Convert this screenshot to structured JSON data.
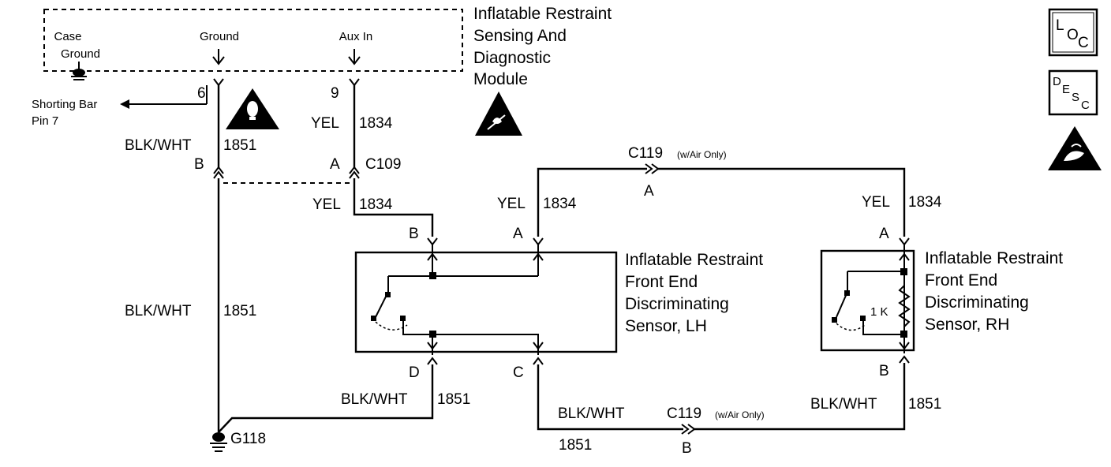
{
  "module": {
    "title_lines": [
      "Inflatable Restraint",
      "Sensing And",
      "Diagnostic",
      "Module"
    ],
    "case_ground_lines": [
      "Case",
      "Ground"
    ],
    "ground_label": "Ground",
    "aux_in_label": "Aux In",
    "pin_ground": "6",
    "pin_aux": "9"
  },
  "shorting_bar": {
    "lines": [
      "Shorting Bar",
      "Pin 7"
    ]
  },
  "wires": {
    "yel_color": "YEL",
    "yel_circuit": "1834",
    "blk_color": "BLK/WHT",
    "blk_circuit": "1851"
  },
  "connector_c109": {
    "name": "C109",
    "pin_a": "A",
    "pin_b": "B"
  },
  "connector_c119": {
    "name": "C119",
    "note": "(w/Air Only)",
    "pin_a": "A",
    "pin_b": "B"
  },
  "sensor_lh": {
    "title_lines": [
      "Inflatable Restraint",
      "Front End",
      "Discriminating",
      "Sensor, LH"
    ],
    "pins": {
      "top_left": "B",
      "top_right": "A",
      "bottom_left": "D",
      "bottom_right": "C"
    }
  },
  "sensor_rh": {
    "title_lines": [
      "Inflatable Restraint",
      "Front End",
      "Discriminating",
      "Sensor, RH"
    ],
    "resistor_label": "1 K",
    "pins": {
      "top": "A",
      "bottom": "B"
    }
  },
  "ground_g118": "G118",
  "badges": {
    "loc": {
      "big": "L",
      "mid": "O",
      "sub": "C"
    },
    "desc": {
      "big": "D",
      "mid1": "E",
      "mid2": "S",
      "sub": "C"
    }
  }
}
